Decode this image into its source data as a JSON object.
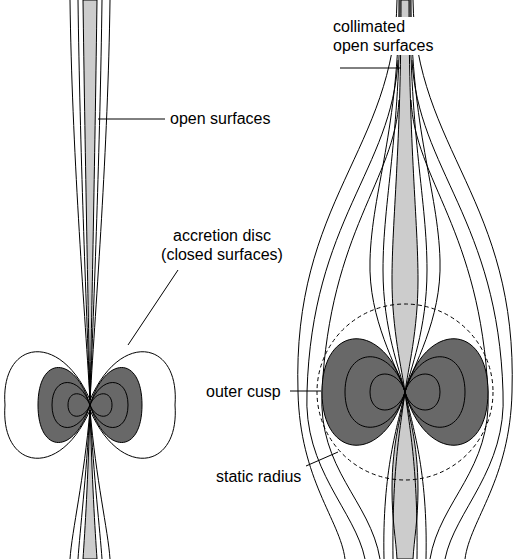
{
  "diagram": {
    "labels": [
      "collimated open surfaces",
      "open surfaces",
      "accretion disc (closed surfaces)",
      "outer cusp",
      "static radius"
    ]
  }
}
